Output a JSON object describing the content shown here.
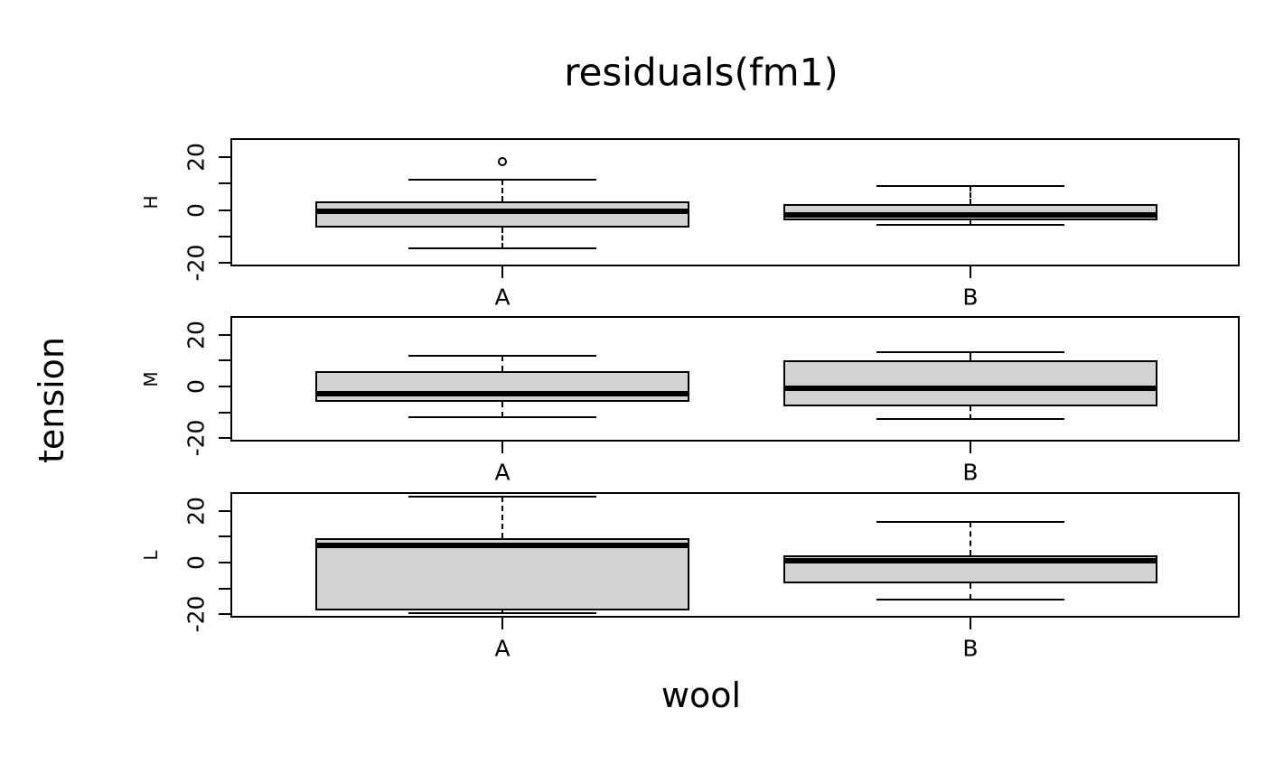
{
  "title": "residuals(fm1)",
  "x_axis_label": "wool",
  "y_axis_label": "tension",
  "chart_data": {
    "type": "boxplot",
    "orientation": "vertical",
    "x_variable": "wool",
    "panel_variable": "tension",
    "x_categories": [
      "A",
      "B"
    ],
    "ylim": [
      -21.36,
      27.24
    ],
    "y_ticks": [
      -20,
      -10,
      0,
      10,
      20
    ],
    "y_tick_labels": [
      {
        "value": 20,
        "label": "20"
      },
      {
        "value": 0,
        "label": "0"
      },
      {
        "value": -20,
        "label": "-20"
      }
    ],
    "grid": false,
    "box_fill": "#d3d3d3",
    "line_color": "#000000",
    "panels": [
      {
        "label": "H",
        "boxes": [
          {
            "group": "A",
            "low": -14.56,
            "q1": -6.56,
            "median": -0.56,
            "q3": 3.44,
            "high": 11.44,
            "outliers": [
              18.44
            ]
          },
          {
            "group": "B",
            "low": -5.78,
            "q1": -3.78,
            "median": -1.78,
            "q3": 2.22,
            "high": 9.22,
            "outliers": []
          }
        ]
      },
      {
        "label": "M",
        "boxes": [
          {
            "group": "A",
            "low": -12.0,
            "q1": -6.0,
            "median": -3.0,
            "q3": 6.0,
            "high": 12.0,
            "outliers": []
          },
          {
            "group": "B",
            "low": -12.78,
            "q1": -7.78,
            "median": -0.78,
            "q3": 10.22,
            "high": 13.22,
            "outliers": []
          }
        ]
      },
      {
        "label": "L",
        "boxes": [
          {
            "group": "A",
            "low": -19.56,
            "q1": -18.56,
            "median": 6.44,
            "q3": 9.44,
            "high": 25.44,
            "outliers": []
          },
          {
            "group": "B",
            "low": -14.22,
            "q1": -8.22,
            "median": 0.78,
            "q3": 2.78,
            "high": 15.78,
            "outliers": []
          }
        ]
      }
    ]
  }
}
